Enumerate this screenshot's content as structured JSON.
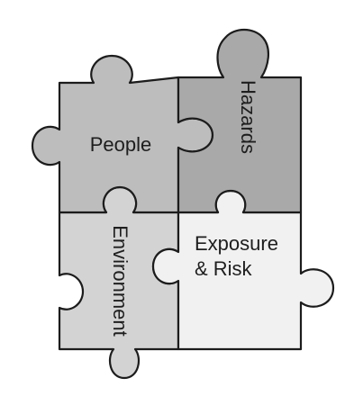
{
  "pieces": [
    {
      "id": "people",
      "label": "People",
      "fill": "#bdbdbd"
    },
    {
      "id": "hazards",
      "label": "Hazards",
      "fill": "#a9a9a9"
    },
    {
      "id": "environment",
      "label": "Environment",
      "fill": "#d3d3d3"
    },
    {
      "id": "exposure",
      "label_lines": [
        "Exposure",
        "& Risk"
      ],
      "fill": "#f1f1f1"
    }
  ],
  "outline_color": "#1c1c1c"
}
